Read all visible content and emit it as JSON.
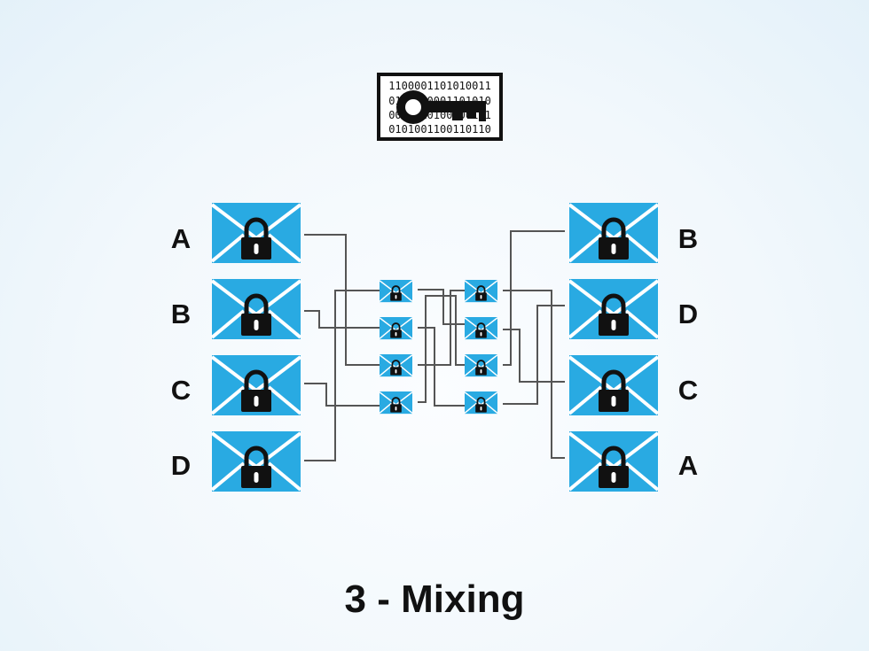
{
  "diagram": {
    "key_card_binary": [
      "1100001101010011",
      "0110100001101010",
      "0011010100100111",
      "0101001100110110"
    ],
    "left_labels": [
      "A",
      "B",
      "C",
      "D"
    ],
    "right_labels": [
      "B",
      "D",
      "C",
      "A"
    ],
    "caption": "3 - Mixing",
    "colors": {
      "envelope": "#29aae2",
      "envelope_fold": "#ffffff",
      "lock": "#111111",
      "wire": "#555555",
      "label": "#111111"
    },
    "icons": {
      "envelope": "locked-envelope-icon",
      "key_card": "binary-key-card-icon"
    }
  }
}
